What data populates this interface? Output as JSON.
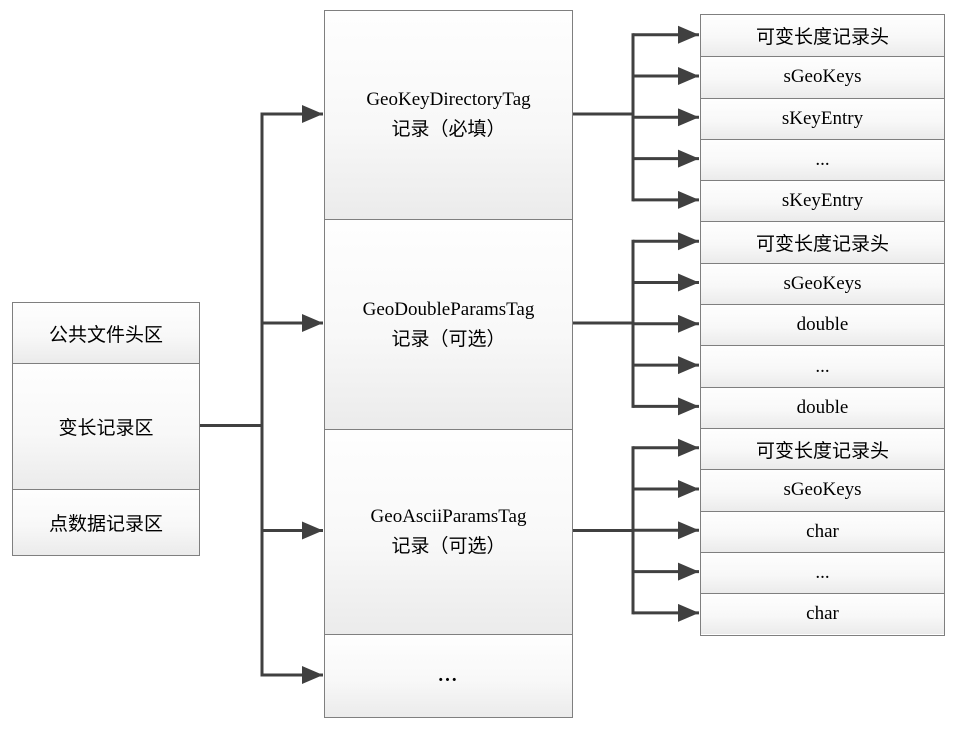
{
  "left_box": {
    "cells": [
      {
        "label": "公共文件头区"
      },
      {
        "label": "变长记录区"
      },
      {
        "label": "点数据记录区"
      }
    ]
  },
  "middle_box": {
    "cells": [
      {
        "line1": "GeoKeyDirectoryTag",
        "line2": "记录（必填）"
      },
      {
        "line1": "GeoDoubleParamsTag",
        "line2": "记录（可选）"
      },
      {
        "line1": "GeoAsciiParamsTag",
        "line2": "记录（可选）"
      },
      {
        "line1": "..."
      }
    ]
  },
  "right_stack": {
    "groups": [
      {
        "rows": [
          "可变长度记录头",
          "sGeoKeys",
          "sKeyEntry",
          "...",
          "sKeyEntry"
        ]
      },
      {
        "rows": [
          "可变长度记录头",
          "sGeoKeys",
          "double",
          "...",
          "double"
        ]
      },
      {
        "rows": [
          "可变长度记录头",
          "sGeoKeys",
          "char",
          "...",
          "char"
        ]
      }
    ]
  },
  "colors": {
    "line": "#404040",
    "border": "#7f7f7f",
    "cell_fill_top": "#fefefe",
    "cell_fill_bottom": "#ebebeb"
  }
}
